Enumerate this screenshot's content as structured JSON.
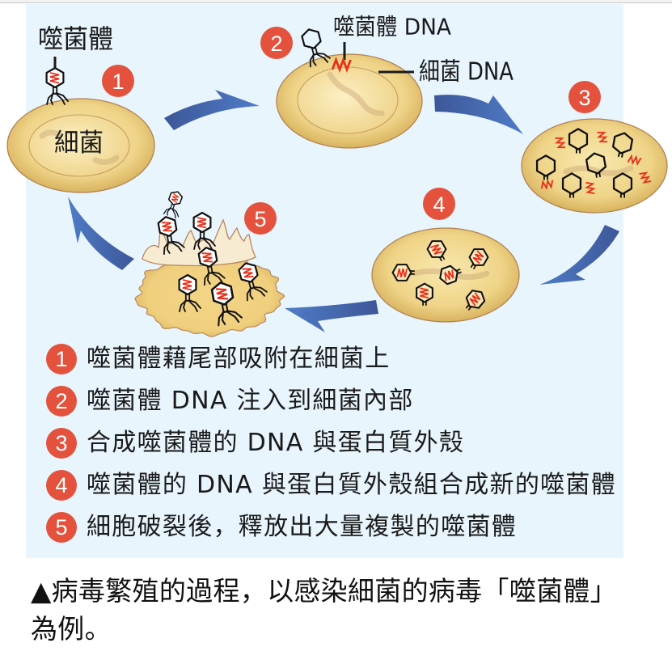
{
  "colors": {
    "panel_background": "#e8f5fd",
    "step_badge": "#e4523d",
    "phage_dna": "#e8311c",
    "arrow": "#4468b0",
    "bacterium": "#f0d58a",
    "text": "#1a1a1a"
  },
  "diagram": {
    "labels": {
      "phage": "噬菌體",
      "bacterium": "細菌",
      "phage_dna": "噬菌體 DNA",
      "bacterial_dna": "細菌 DNA"
    },
    "steps": [
      {
        "number": "1",
        "text": "噬菌體藉尾部吸附在細菌上"
      },
      {
        "number": "2",
        "text": "噬菌體 DNA 注入到細菌內部"
      },
      {
        "number": "3",
        "text": "合成噬菌體的 DNA 與蛋白質外殼"
      },
      {
        "number": "4",
        "text": "噬菌體的 DNA 與蛋白質外殼組合成新的噬菌體"
      },
      {
        "number": "5",
        "text": "細胞破裂後，釋放出大量複製的噬菌體"
      }
    ],
    "icons": {
      "step_marker": "numbered-circle",
      "cycle_arrow": "curved-arrow",
      "phage": "bacteriophage-icon",
      "bacterium": "bacterium-cell"
    }
  },
  "caption": "▲病毒繁殖的過程，以感染細菌的病毒「噬菌體」為例。"
}
